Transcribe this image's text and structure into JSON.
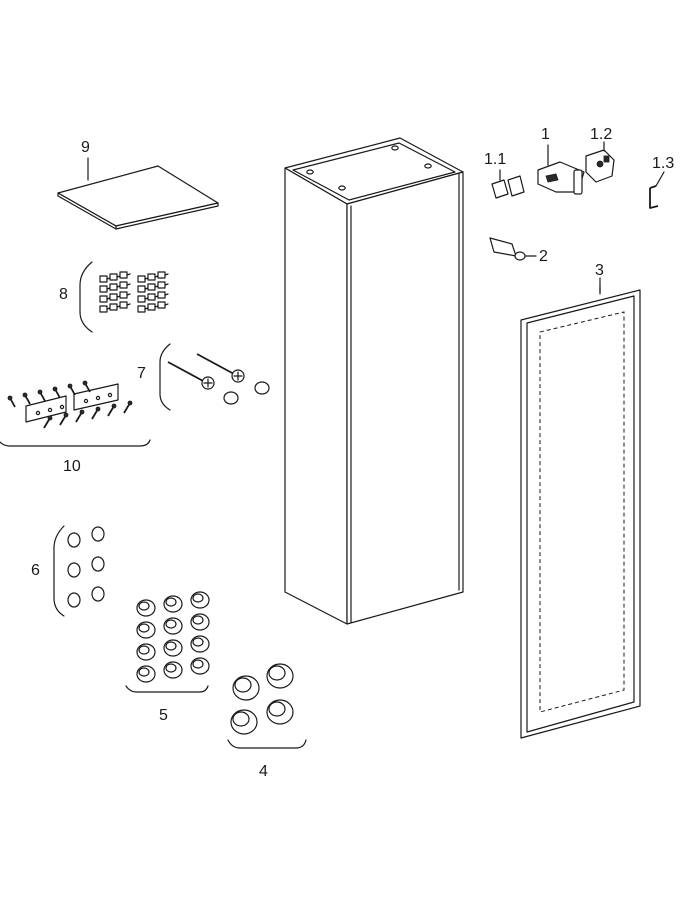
{
  "diagram": {
    "parts": [
      {
        "id": "p1",
        "label": "1"
      },
      {
        "id": "p1_1",
        "label": "1.1"
      },
      {
        "id": "p1_2",
        "label": "1.2"
      },
      {
        "id": "p1_3",
        "label": "1.3"
      },
      {
        "id": "p2",
        "label": "2"
      },
      {
        "id": "p3",
        "label": "3"
      },
      {
        "id": "p4",
        "label": "4"
      },
      {
        "id": "p5",
        "label": "5"
      },
      {
        "id": "p6",
        "label": "6"
      },
      {
        "id": "p7",
        "label": "7"
      },
      {
        "id": "p8",
        "label": "8"
      },
      {
        "id": "p9",
        "label": "9"
      },
      {
        "id": "p10",
        "label": "10"
      }
    ]
  }
}
